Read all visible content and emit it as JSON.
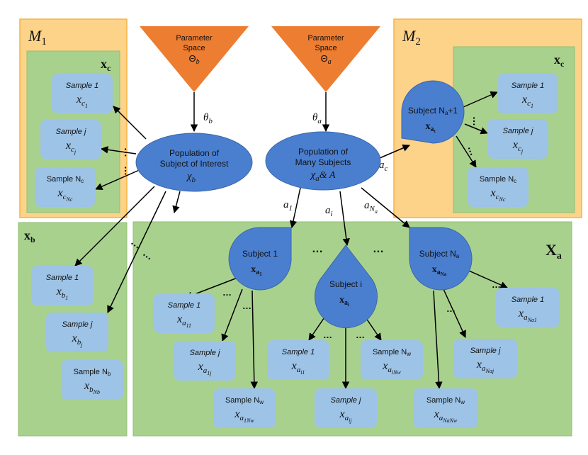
{
  "colors": {
    "orange_panel": "#fdd38a",
    "orange_panel_border": "#f5b341",
    "green_panel": "#a9d18e",
    "green_panel_border": "#8fbf72",
    "sample_box": "#9dc3e6",
    "node_blue": "#4a7fd0",
    "triangle": "#ed7d31"
  },
  "panels": {
    "m1_label": "M",
    "m1_sub": "1",
    "m2_label": "M",
    "m2_sub": "2",
    "xc_label": "x",
    "xc_sub": "c",
    "xb_label": "x",
    "xb_sub": "b",
    "xa_label": "X",
    "xa_sub": "a"
  },
  "triangles": [
    {
      "line1": "Parameter",
      "line2": "Space",
      "symbol": "Θ",
      "sub": "b"
    },
    {
      "line1": "Parameter",
      "line2": "Space",
      "symbol": "Θ",
      "sub": "a"
    }
  ],
  "edge_labels": {
    "theta_b": "θ",
    "theta_b_sub": "b",
    "theta_a": "θ",
    "theta_a_sub": "a",
    "a_c": "a",
    "a_c_sub": "c",
    "a_1": "a",
    "a_1_sub": "1",
    "a_i": "a",
    "a_i_sub": "i",
    "a_N": "a",
    "a_N_sub": "N",
    "a_N_subsub": "a"
  },
  "populations": {
    "interest_line1": "Population of",
    "interest_line2": "Subject of Interest",
    "interest_sym": "χ",
    "interest_sub": "b",
    "many_line1": "Population of",
    "many_line2": "Many Subjects",
    "many_sym": "χ",
    "many_sub": "a",
    "many_and": "& A"
  },
  "subjects": {
    "s1_label": "Subject 1",
    "s1_sym": "x",
    "s1_sub": "a",
    "s1_subsub": "1",
    "si_label": "Subject i",
    "si_sym": "x",
    "si_sub": "a",
    "si_subsub": "i",
    "sn_label": "Subject N",
    "sn_label_sub": "a",
    "sn_sym": "x",
    "sn_sub": "a",
    "sn_subsub": "Na",
    "sc_label": "Subject N",
    "sc_label_sub": "a",
    "sc_label_tail": "+1",
    "sc_sym": "x",
    "sc_sub": "a",
    "sc_subsub": "c"
  },
  "samples": {
    "m1_s1": {
      "label": "Sample 1",
      "sym": "x",
      "sub": "c",
      "subsub": "1"
    },
    "m1_sj": {
      "label": "Sample j",
      "sym": "x",
      "sub": "c",
      "subsub": "j"
    },
    "m1_sn": {
      "label": "Sample N",
      "label_sub": "c",
      "sym": "x",
      "sub": "c",
      "subsub": "Nc"
    },
    "m2_s1": {
      "label": "Sample 1",
      "sym": "x",
      "sub": "c",
      "subsub": "1"
    },
    "m2_sj": {
      "label": "Sample j",
      "sym": "x",
      "sub": "c",
      "subsub": "j"
    },
    "m2_sn": {
      "label": "Sample N",
      "label_sub": "c",
      "sym": "x",
      "sub": "c",
      "subsub": "Nc"
    },
    "b_s1": {
      "label": "Sample 1",
      "sym": "x",
      "sub": "b",
      "subsub": "1"
    },
    "b_sj": {
      "label": "Sample j",
      "sym": "x",
      "sub": "b",
      "subsub": "j"
    },
    "b_sn": {
      "label": "Sample N",
      "label_sub": "b",
      "sym": "x",
      "sub": "b",
      "subsub": "Nb"
    },
    "a1_s1": {
      "label": "Sample 1",
      "sym": "x",
      "sub": "a",
      "subsub": "11"
    },
    "a1_sj": {
      "label": "Sample j",
      "sym": "x",
      "sub": "a",
      "subsub": "1j"
    },
    "a1_sn": {
      "label": "Sample N",
      "label_sub": "w",
      "sym": "x",
      "sub": "a",
      "subsub": "1Nw"
    },
    "ai_s1": {
      "label": "Sample 1",
      "sym": "x",
      "sub": "a",
      "subsub": "i1"
    },
    "ai_sj": {
      "label": "Sample j",
      "sym": "x",
      "sub": "a",
      "subsub": "ij"
    },
    "ai_sn": {
      "label": "Sample N",
      "label_sub": "w",
      "sym": "x",
      "sub": "a",
      "subsub": "iNw"
    },
    "an_s1": {
      "label": "Sample 1",
      "sym": "x",
      "sub": "a",
      "subsub": "Na1"
    },
    "an_sj": {
      "label": "Sample j",
      "sym": "x",
      "sub": "a",
      "subsub": "Naj"
    },
    "an_sn": {
      "label": "Sample N",
      "label_sub": "w",
      "sym": "x",
      "sub": "a",
      "subsub": "NaNw"
    }
  },
  "ellipsis": "…"
}
